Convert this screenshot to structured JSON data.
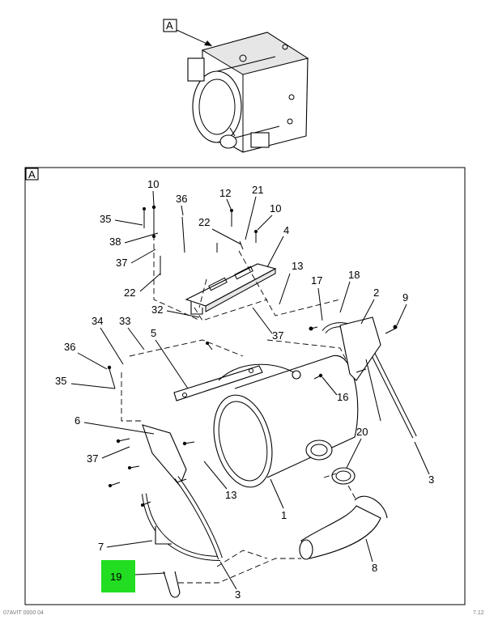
{
  "diagram": {
    "view_label_top": "A",
    "view_label_detail": "A",
    "callouts": [
      {
        "id": "c10a",
        "text": "10"
      },
      {
        "id": "c36a",
        "text": "36"
      },
      {
        "id": "c12",
        "text": "12"
      },
      {
        "id": "c21",
        "text": "21"
      },
      {
        "id": "c10b",
        "text": "10"
      },
      {
        "id": "c35a",
        "text": "35"
      },
      {
        "id": "c22a",
        "text": "22"
      },
      {
        "id": "c4",
        "text": "4"
      },
      {
        "id": "c38",
        "text": "38"
      },
      {
        "id": "c37a",
        "text": "37"
      },
      {
        "id": "c13a",
        "text": "13"
      },
      {
        "id": "c22b",
        "text": "22"
      },
      {
        "id": "c17",
        "text": "17"
      },
      {
        "id": "c18",
        "text": "18"
      },
      {
        "id": "c2",
        "text": "2"
      },
      {
        "id": "c9",
        "text": "9"
      },
      {
        "id": "c32",
        "text": "32"
      },
      {
        "id": "c34",
        "text": "34"
      },
      {
        "id": "c33",
        "text": "33"
      },
      {
        "id": "c5",
        "text": "5"
      },
      {
        "id": "c37b",
        "text": "37"
      },
      {
        "id": "c36b",
        "text": "36"
      },
      {
        "id": "c16",
        "text": "16"
      },
      {
        "id": "c35b",
        "text": "35"
      },
      {
        "id": "c6",
        "text": "6"
      },
      {
        "id": "c20",
        "text": "20"
      },
      {
        "id": "c37c",
        "text": "37"
      },
      {
        "id": "c3a",
        "text": "3"
      },
      {
        "id": "c13b",
        "text": "13"
      },
      {
        "id": "c1",
        "text": "1"
      },
      {
        "id": "c7",
        "text": "7"
      },
      {
        "id": "c8",
        "text": "8"
      },
      {
        "id": "c19",
        "text": "19"
      },
      {
        "id": "c3b",
        "text": "3"
      }
    ],
    "highlight_color": "#22dd22",
    "footer_left": "07AVIT 0000 04",
    "footer_right": "7.12"
  }
}
